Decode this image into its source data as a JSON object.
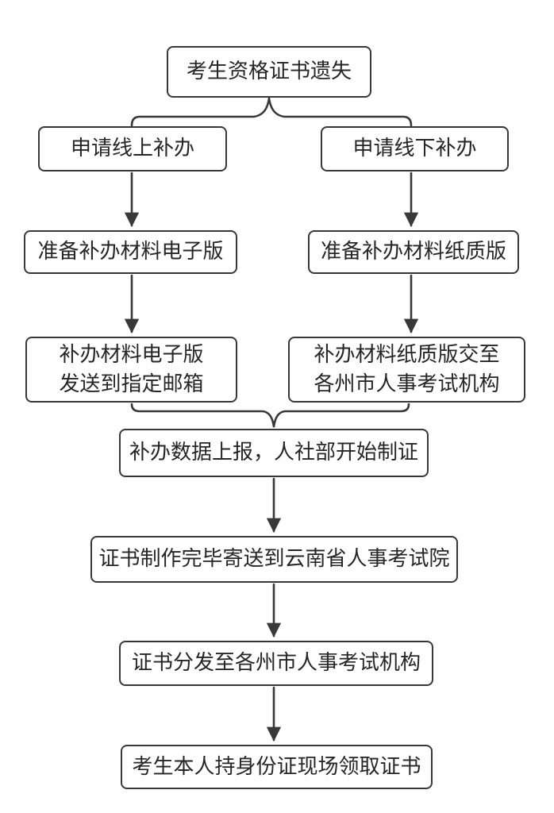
{
  "flow": {
    "colors": {
      "line": "#383838",
      "text": "#262626",
      "background": "#fefefe"
    },
    "nodes": [
      {
        "id": "lost",
        "lines": [
          "考生资格证书遗失"
        ]
      },
      {
        "id": "online",
        "lines": [
          "申请线上补办"
        ]
      },
      {
        "id": "offline",
        "lines": [
          "申请线下补办"
        ]
      },
      {
        "id": "prep_digital",
        "lines": [
          "准备补办材料电子版"
        ]
      },
      {
        "id": "prep_paper",
        "lines": [
          "准备补办材料纸质版"
        ]
      },
      {
        "id": "send_email",
        "lines": [
          "补办材料电子版",
          "发送到指定邮箱"
        ]
      },
      {
        "id": "submit_paper",
        "lines": [
          "补办材料纸质版交至",
          "各州市人事考试机构"
        ]
      },
      {
        "id": "report",
        "lines": [
          "补办数据上报，人社部开始制证"
        ]
      },
      {
        "id": "made",
        "lines": [
          "证书制作完毕寄送到云南省人事考试院"
        ]
      },
      {
        "id": "distribute",
        "lines": [
          "证书分发至各州市人事考试机构"
        ]
      },
      {
        "id": "collect",
        "lines": [
          "考生本人持身份证现场领取证书"
        ]
      }
    ],
    "edges": [
      {
        "from": "lost",
        "to": "online",
        "type": "brace-split"
      },
      {
        "from": "lost",
        "to": "offline",
        "type": "brace-split"
      },
      {
        "from": "online",
        "to": "prep_digital",
        "type": "arrow"
      },
      {
        "from": "offline",
        "to": "prep_paper",
        "type": "arrow"
      },
      {
        "from": "prep_digital",
        "to": "send_email",
        "type": "arrow"
      },
      {
        "from": "prep_paper",
        "to": "submit_paper",
        "type": "arrow"
      },
      {
        "from": "send_email",
        "to": "report",
        "type": "brace-merge"
      },
      {
        "from": "submit_paper",
        "to": "report",
        "type": "brace-merge"
      },
      {
        "from": "report",
        "to": "made",
        "type": "arrow"
      },
      {
        "from": "made",
        "to": "distribute",
        "type": "arrow"
      },
      {
        "from": "distribute",
        "to": "collect",
        "type": "arrow"
      }
    ]
  }
}
